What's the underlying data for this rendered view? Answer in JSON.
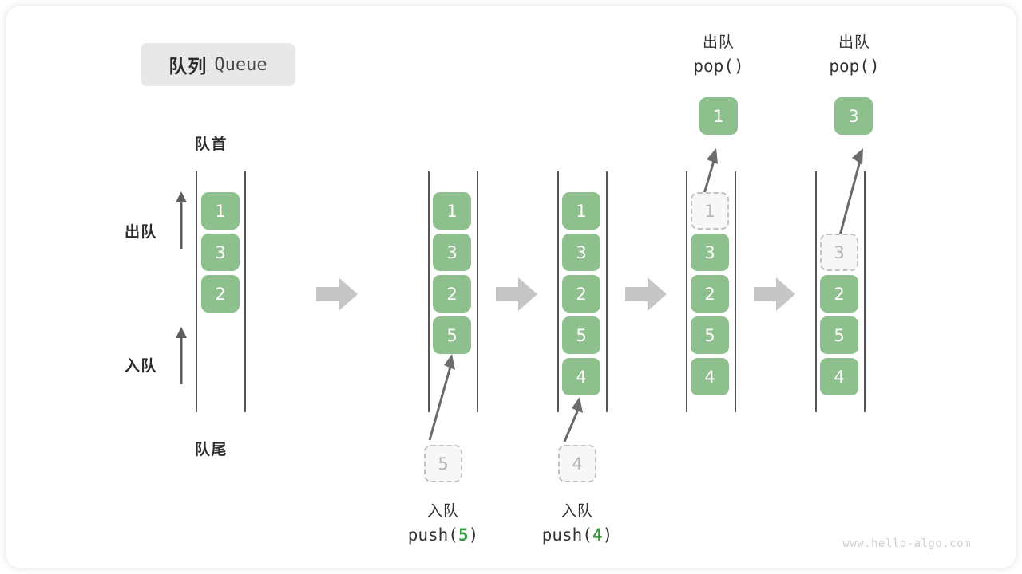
{
  "title": {
    "cn": "队列",
    "en": "Queue"
  },
  "labels": {
    "head": "队首",
    "tail": "队尾",
    "dequeue": "出队",
    "enqueue": "入队"
  },
  "watermark": "www.hello-algo.com",
  "colors": {
    "cell_fill": "#8ec08e",
    "cell_text": "#ffffff",
    "ghost_fill": "#f7f7f7",
    "ghost_border": "#c2c2c2",
    "ghost_text": "#b5b5b5",
    "rail": "#555555",
    "arrow": "#666666",
    "step_arrow": "#c6c6c6",
    "badge_bg": "#e8e8e8",
    "accent_green": "#3c9a47",
    "text": "#333333"
  },
  "steps": [
    {
      "id": "initial",
      "cells": [
        {
          "value": "1",
          "state": "full"
        },
        {
          "value": "3",
          "state": "full"
        },
        {
          "value": "2",
          "state": "full"
        }
      ]
    },
    {
      "id": "push-5",
      "cells": [
        {
          "value": "1",
          "state": "full"
        },
        {
          "value": "3",
          "state": "full"
        },
        {
          "value": "2",
          "state": "full"
        },
        {
          "value": "5",
          "state": "full"
        }
      ],
      "incoming": {
        "value": "5",
        "state": "ghost"
      },
      "caption": {
        "cn": "入队",
        "code_prefix": "push(",
        "code_num": "5",
        "code_suffix": ")"
      }
    },
    {
      "id": "push-4",
      "cells": [
        {
          "value": "1",
          "state": "full"
        },
        {
          "value": "3",
          "state": "full"
        },
        {
          "value": "2",
          "state": "full"
        },
        {
          "value": "5",
          "state": "full"
        },
        {
          "value": "4",
          "state": "full"
        }
      ],
      "incoming": {
        "value": "4",
        "state": "ghost"
      },
      "caption": {
        "cn": "入队",
        "code_prefix": "push(",
        "code_num": "4",
        "code_suffix": ")"
      }
    },
    {
      "id": "pop-1",
      "cells": [
        {
          "value": "1",
          "state": "ghost"
        },
        {
          "value": "3",
          "state": "full"
        },
        {
          "value": "2",
          "state": "full"
        },
        {
          "value": "5",
          "state": "full"
        },
        {
          "value": "4",
          "state": "full"
        }
      ],
      "popped": {
        "value": "1",
        "state": "full"
      },
      "caption": {
        "cn": "出队",
        "code": "pop()"
      }
    },
    {
      "id": "pop-3",
      "cells": [
        {
          "value": "",
          "state": "empty"
        },
        {
          "value": "3",
          "state": "ghost"
        },
        {
          "value": "2",
          "state": "full"
        },
        {
          "value": "5",
          "state": "full"
        },
        {
          "value": "4",
          "state": "full"
        }
      ],
      "popped": {
        "value": "3",
        "state": "full"
      },
      "caption": {
        "cn": "出队",
        "code": "pop()"
      }
    }
  ]
}
